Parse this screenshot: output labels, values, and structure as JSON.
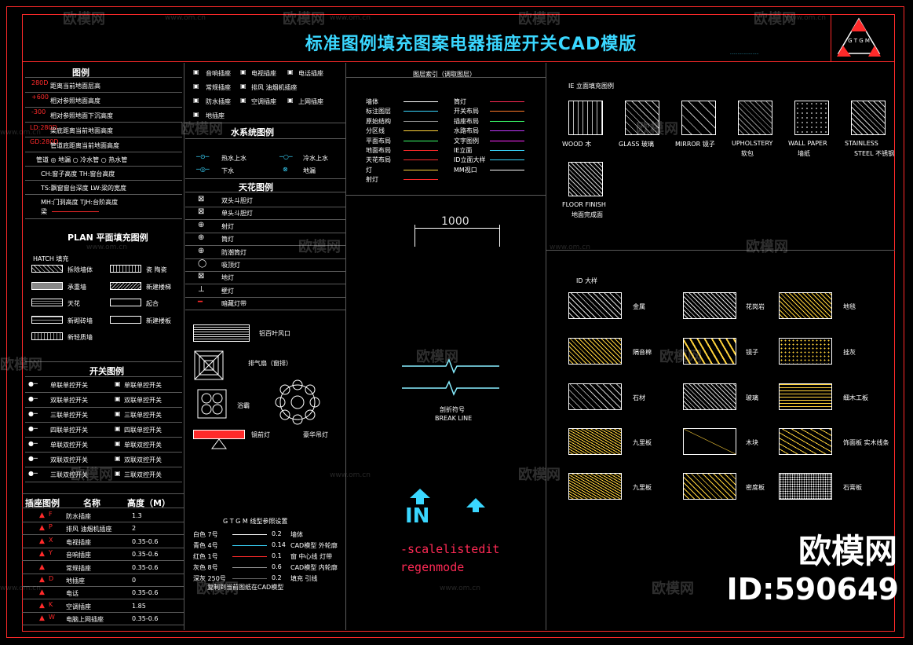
{
  "title": "标准图例填充图案电器插座开关CAD模版",
  "watermark": "欧模网",
  "watermark_url": "www.om.cn",
  "brand_logo": "欧模网",
  "brand_id": "ID:590649",
  "legend": {
    "title": "图例",
    "items": [
      {
        "code": "280D",
        "label": "距离当前地面层高"
      },
      {
        "code": "+600",
        "label": "相对参照地面高度"
      },
      {
        "code": "-300",
        "label": "相对参照地面下沉高度"
      },
      {
        "code": "LD:280D",
        "label": "梁底距离当前地面高度"
      },
      {
        "code": "GD:280D",
        "label": "管道底距离当前地面高度"
      },
      {
        "code": "",
        "label": "管道  ◎ 地漏  ○ 冷水管  ○ 热水管"
      },
      {
        "code": "",
        "label": "CH:窗子高度          TH:窗台高度"
      },
      {
        "code": "",
        "label": "TS:飘窗窗台深度      LW:梁的宽度"
      },
      {
        "code": "",
        "label": "MH:门洞高度          TJH:台阶高度"
      },
      {
        "code": "",
        "label": "梁"
      }
    ]
  },
  "plan": {
    "title": "PLAN 平面填充图例",
    "hatch_label": "HATCH 填充",
    "items": [
      "拆除墙体",
      "瓷 陶瓷",
      "承重墙",
      "新建楼梯",
      "天花",
      "起合",
      "新砌砖墙",
      "新建楼板",
      "新轻质墙"
    ]
  },
  "switch": {
    "title": "开关图例",
    "items": [
      {
        "left": "单联单控开关",
        "right": "单联单控开关"
      },
      {
        "left": "双联单控开关",
        "right": "双联单控开关"
      },
      {
        "left": "三联单控开关",
        "right": "三联单控开关"
      },
      {
        "left": "四联单控开关",
        "right": "四联单控开关"
      },
      {
        "left": "单联双控开关",
        "right": "单联双控开关"
      },
      {
        "left": "双联双控开关",
        "right": "双联双控开关"
      },
      {
        "left": "三联双控开关",
        "right": "三联双控开关"
      }
    ]
  },
  "socket": {
    "headers": [
      "插座图例",
      "名称",
      "高度（M）"
    ],
    "rows": [
      {
        "sym": "F",
        "name": "防水插座",
        "h": "1.3"
      },
      {
        "sym": "P",
        "name": "排风 油烟机插座",
        "h": "2"
      },
      {
        "sym": "X",
        "name": "电视插座",
        "h": "0.35-0.6"
      },
      {
        "sym": "Y",
        "name": "音响插座",
        "h": "0.35-0.6"
      },
      {
        "sym": "",
        "name": "常规插座",
        "h": "0.35-0.6"
      },
      {
        "sym": "D",
        "name": "地插座",
        "h": "0"
      },
      {
        "sym": "",
        "name": "电话",
        "h": "0.35-0.6"
      },
      {
        "sym": "K",
        "name": "空调插座",
        "h": "1.85"
      },
      {
        "sym": "W",
        "name": "电脑上网插座",
        "h": "0.35-0.6"
      }
    ]
  },
  "col2_top": {
    "items": [
      "音响插座",
      "电视插座",
      "电话插座",
      "常规插座",
      "排风 油烟机插座",
      "防水插座",
      "空调插座",
      "上网插座",
      "地插座"
    ]
  },
  "water": {
    "title": "水系统图例",
    "items": [
      "热水上水",
      "冷水上水",
      "下水",
      "地漏"
    ]
  },
  "ceiling": {
    "title": "天花图例",
    "items": [
      "双头斗胆灯",
      "单头斗胆灯",
      "射灯",
      "筒灯",
      "防潮筒灯",
      "吸顶灯",
      "地灯",
      "壁灯",
      "暗藏灯带"
    ],
    "extra": [
      "铝百叶风口",
      "排气扇（窗排）",
      "浴霸",
      "镜前灯",
      "豪华吊灯"
    ]
  },
  "layer": {
    "title": "图层索引（调取图层）",
    "left": [
      "墙体",
      "标注图层",
      "原始结构",
      "分区线",
      "平面布局",
      "地面布局",
      "天花布局",
      "灯",
      "射灯"
    ],
    "right": [
      "筒灯",
      "开关布局",
      "插座布局",
      "水路布局",
      "文字图例",
      "IE立面",
      "ID立面大样",
      "MM视口"
    ]
  },
  "dim": {
    "value": "1000"
  },
  "break": {
    "label1": "剖折符号",
    "label2": "BREAK LINE"
  },
  "entry": {
    "label": "IN"
  },
  "gtgm": {
    "title": "G T G M 线型参照设置",
    "rows": [
      {
        "c": "白色 7号",
        "w": "0.2",
        "d": "墙体"
      },
      {
        "c": "青色 4号",
        "w": "0.14",
        "d": "CAD模型 外轮廓"
      },
      {
        "c": "红色 1号",
        "w": "0.1",
        "d": "窗 中心线 灯带"
      },
      {
        "c": "灰色 8号",
        "w": "0.6",
        "d": "CAD模型 内轮廓"
      },
      {
        "c": "深灰 250号",
        "w": "0.2",
        "d": "填充 引线"
      }
    ],
    "note": "复制到当前图纸在CAD模型"
  },
  "cmds": [
    "-scalelistedit",
    " regenmode"
  ],
  "ie": {
    "title": "IE 立面填充图例",
    "items": [
      {
        "en": "WOOD 木",
        "cn": ""
      },
      {
        "en": "GLASS 玻璃",
        "cn": ""
      },
      {
        "en": "MIRROR 镜子",
        "cn": ""
      },
      {
        "en": "UPHOLSTERY",
        "cn": "软包"
      },
      {
        "en": "WALL PAPER",
        "cn": "墙纸"
      },
      {
        "en": "STAINLESS",
        "cn": "STEEL 不锈钢"
      },
      {
        "en": "FLOOR FINISH",
        "cn": "地面完成面"
      }
    ]
  },
  "id": {
    "title": "ID 大样",
    "items": [
      "金属",
      "花岗岩",
      "地毯",
      "隔音棉",
      "镜子",
      "挂灰",
      "石材",
      "玻璃",
      "细木工板",
      "九里板",
      "木块",
      "饰面板 实木线条",
      "九里板",
      "密度板",
      "石膏板"
    ]
  }
}
